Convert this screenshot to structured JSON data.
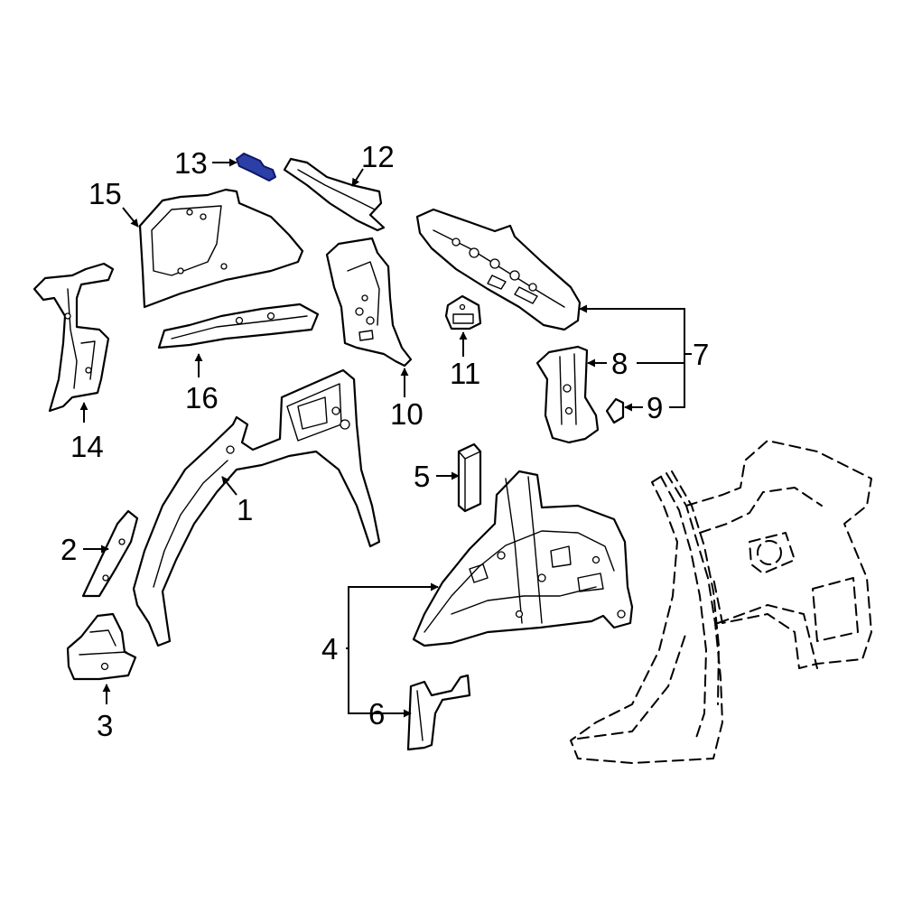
{
  "colors": {
    "line": "#000000",
    "background": "#ffffff",
    "highlight": "#2b3fa6"
  },
  "highlighted_part": "13",
  "callouts": {
    "c1": "1",
    "c2": "2",
    "c3": "3",
    "c4": "4",
    "c5": "5",
    "c6": "6",
    "c7": "7",
    "c8": "8",
    "c9": "9",
    "c10": "10",
    "c11": "11",
    "c12": "12",
    "c13": "13",
    "c14": "14",
    "c15": "15",
    "c16": "16"
  }
}
